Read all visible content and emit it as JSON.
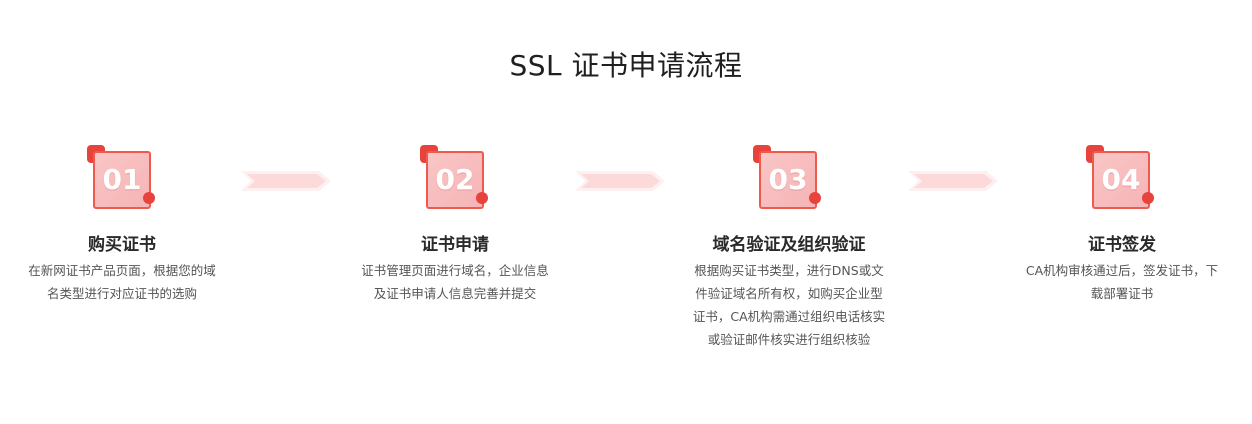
{
  "page": {
    "title": "SSL 证书申请流程"
  },
  "steps": [
    {
      "number": "01",
      "title": "购买证书",
      "desc_lines": [
        "在新网证书产品页面，根据您的域",
        "名类型进行对应证书的选购"
      ]
    },
    {
      "number": "02",
      "title": "证书申请",
      "desc_lines": [
        "证书管理页面进行域名，企业信息",
        "及证书申请人信息完善并提交"
      ]
    },
    {
      "number": "03",
      "title": "域名验证及组织验证",
      "desc_lines": [
        "根据购买证书类型，进行DNS或文",
        "件验证域名所有权，如购买企业型",
        "证书，CA机构需通过组织电话核实",
        "或验证邮件核实进行组织核验"
      ]
    },
    {
      "number": "04",
      "title": "证书签发",
      "desc_lines": [
        "CA机构审核通过后，签发证书，下",
        "载部署证书"
      ]
    }
  ],
  "colors": {
    "accent": "#e8423d",
    "badge_fill": "#f7bcbd",
    "arrow_fill": "#fde3e4",
    "title_text": "#1f1f1f",
    "desc_text": "#555555"
  },
  "icons": {
    "step_badge": "numbered-card-icon",
    "connector": "double-chevron-arrow-icon"
  }
}
